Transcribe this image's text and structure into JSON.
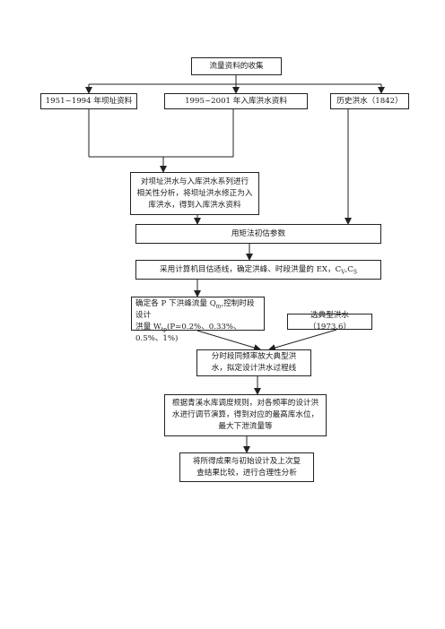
{
  "nodes": {
    "collect": "流量资料的收集",
    "dam_site": "1951~1994 年坝址资料",
    "inflow": "1995~2001 年入库洪水资料",
    "historical": "历史洪水（1842）",
    "correlation_l1": "对坝址洪水与入库洪水系列进行",
    "correlation_l2": "相关性分析，将坝址洪水修正为入",
    "correlation_l3": "库洪水，得到入库洪水资料",
    "moments": "用矩法初估参数",
    "fit": "采用计算机目估适线，确定洪峰、时段洪量的 EX，C",
    "fit_sub1": "V",
    "fit_sep": ",C",
    "fit_sub2": "S",
    "design_l1a": "确定各 P 下洪峰流量 Q",
    "design_l1_sub": "m",
    "design_l1b": ",控制时段设计",
    "design_l2a": "洪量 W",
    "design_l2_sub": "tp",
    "design_l2b": "(P=0.2%、0.33%、0.5%、1%)",
    "typical": "选典型洪水（1973.6）",
    "amplify_l1": "分时段同频率放大典型洪",
    "amplify_l2": "水，拟定设计洪水过程线",
    "routing_l1": "根据青溪水库调度规则，对各频率的设计洪",
    "routing_l2": "水进行调节演算，得到对应的最高库水位，",
    "routing_l3": "最大下泄流量等",
    "compare_l1": "将所得成果与初始设计及上次复",
    "compare_l2": "查结果比较，进行合理性分析"
  }
}
